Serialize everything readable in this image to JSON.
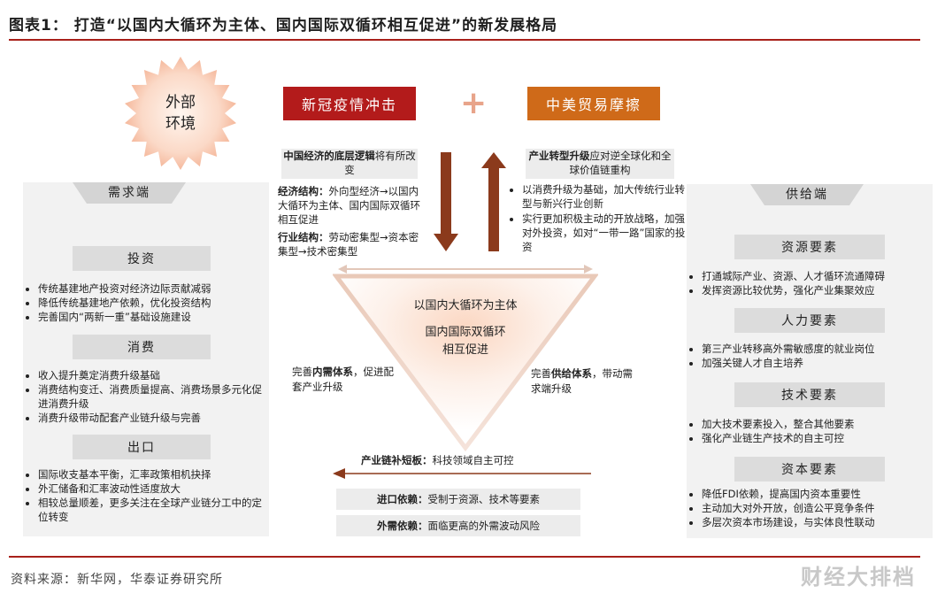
{
  "header": {
    "title": "图表1：   打造“以国内大循环为主体、国内国际双循环相互促进”的新发展格局"
  },
  "external": {
    "label": "外部环境",
    "shock_covid": "新冠疫情冲击",
    "plus_sign": "+",
    "shock_trade": "中美贸易摩擦"
  },
  "top_left_box": {
    "bold": "中国经济的底层逻辑",
    "rest": "将有所改变"
  },
  "top_right_box": {
    "bold": "产业转型升级",
    "rest": "应对逆全球化和全球价值链重构"
  },
  "mid_left": {
    "structure1_label": "经济结构：",
    "structure1_text": "外向型经济→以国内大循环为主体、国内国际双循环相互促进",
    "structure2_label": "行业结构：",
    "structure2_text": "劳动密集型→资本密集型→技术密集型"
  },
  "mid_right": {
    "items": [
      "以消费升级为基础，加大传统行业转型与新兴行业创新",
      "实行更加积极主动的开放战略，加强对外投资，如对“一带一路”国家的投资"
    ]
  },
  "center": {
    "line1": "以国内大循环为主体",
    "line2": "国内国际双循环",
    "line3": "相互促进",
    "left_text_a": "完善",
    "left_text_b": "内需体系",
    "left_text_c": "，促进配套产业升级",
    "right_text_a": "完善",
    "right_text_b": "供给体系",
    "right_text_c": "，带动需求端升级",
    "chain_label": "产业链补短板：",
    "chain_text": "科技领域自主可控",
    "import_label": "进口依赖：",
    "import_text": "受制于资源、技术等要素",
    "demand_label": "外需依赖：",
    "demand_text": "面临更高的外需波动风险"
  },
  "demand_side": {
    "title": "需求端",
    "investment": {
      "title": "投资",
      "items": [
        "传统基建地产投资对经济边际贡献减弱",
        "降低传统基建地产依赖，优化投资结构",
        "完善国内“两新一重”基础设施建设"
      ]
    },
    "consumption": {
      "title": "消费",
      "items": [
        "收入提升奠定消费升级基础",
        "消费结构变迁、消费质量提高、消费场景多元化促进消费升级",
        "消费升级带动配套产业链升级与完善"
      ]
    },
    "export": {
      "title": "出口",
      "items": [
        "国际收支基本平衡，汇率政策相机抉择",
        "外汇储备和汇率波动性适度放大",
        "相较总量顺差，更多关注在全球产业链分工中的定位转变"
      ]
    }
  },
  "supply_side": {
    "title": "供给端",
    "resources": {
      "title": "资源要素",
      "items": [
        "打通城际产业、资源、人才循环流通障碍",
        "发挥资源比较优势，强化产业集聚效应"
      ]
    },
    "labor": {
      "title": "人力要素",
      "items": [
        "第三产业转移高外需敏感度的就业岗位",
        "加强关键人才自主培养"
      ]
    },
    "technology": {
      "title": "技术要素",
      "items": [
        "加大技术要素投入，整合其他要素",
        "强化产业链生产技术的自主可控"
      ]
    },
    "capital": {
      "title": "资本要素",
      "items": [
        "降低FDI依赖，提高国内资本重要性",
        "主动加大对外开放，创造公平竞争条件",
        "多层次资本市场建设，与实体良性联动"
      ]
    }
  },
  "footer": {
    "source": "资料来源：新华网，华泰证券研究所",
    "watermark": "财经大排档"
  },
  "colors": {
    "red": "#b31b1b",
    "orange": "#cf6a19",
    "brown_arrow": "#8b3a1c"
  }
}
